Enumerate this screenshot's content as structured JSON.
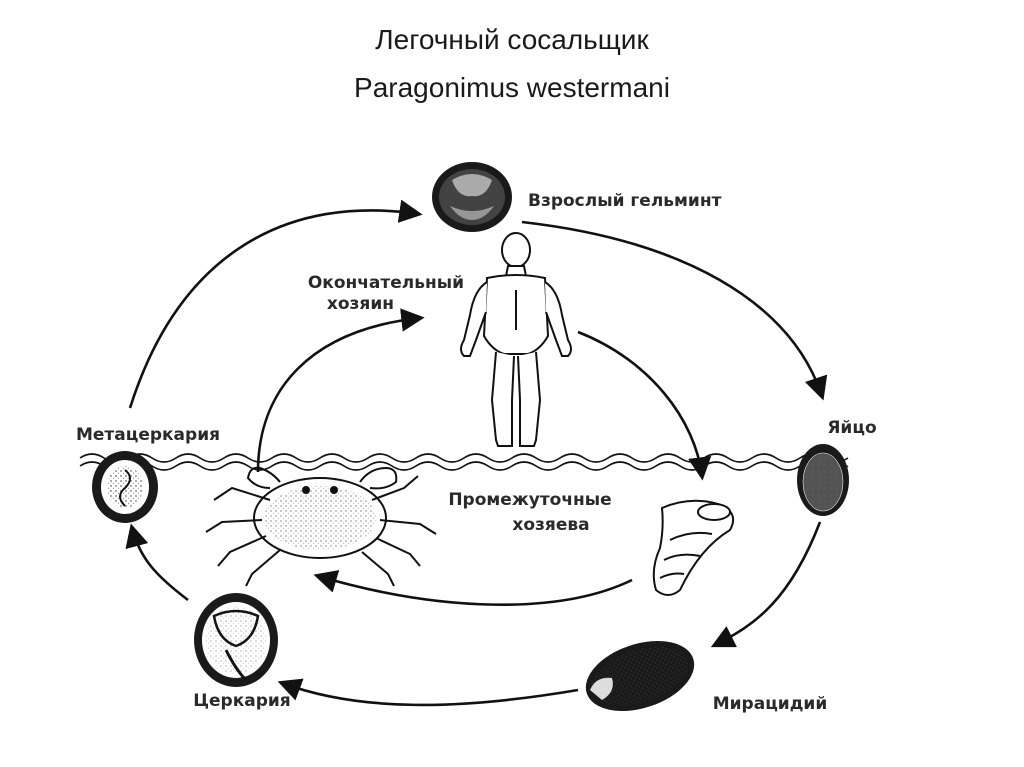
{
  "title": {
    "line1": "Легочный сосальщик",
    "line2": "Paragonimus westermani"
  },
  "labels": {
    "adult": "Взрослый гельминт",
    "definitive_line1": "Окончательный",
    "definitive_line2": "хозяин",
    "egg": "Яйцо",
    "metacercaria": "Метацеркария",
    "intermediate_line1": "Промежуточные",
    "intermediate_line2": "хозяева",
    "miracidium": "Мирацидий",
    "cercaria": "Церкария"
  }
}
